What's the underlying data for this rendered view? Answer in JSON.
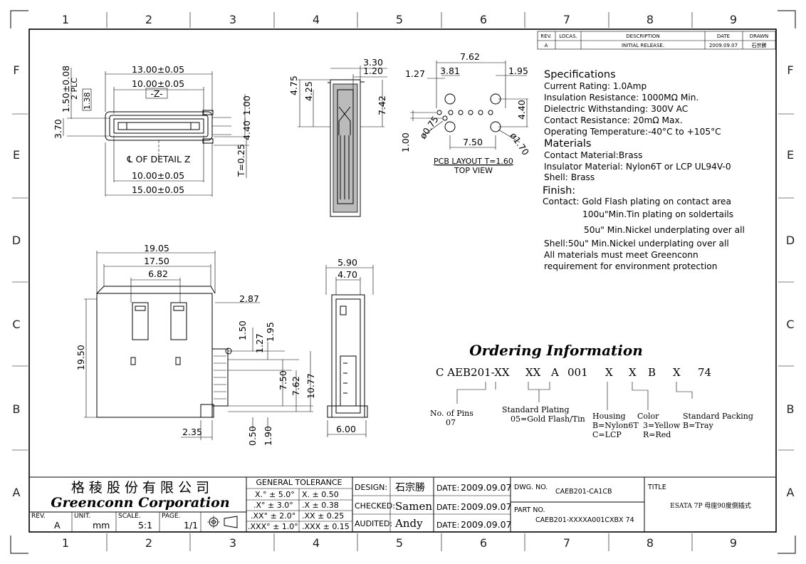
{
  "border": {
    "zones_h": [
      "1",
      "2",
      "3",
      "4",
      "5",
      "6",
      "7",
      "8",
      "9"
    ],
    "zones_v": [
      "F",
      "E",
      "D",
      "C",
      "B",
      "A"
    ]
  },
  "revision_table": {
    "headers": [
      "REV.",
      "LOCAS.",
      "DESCRIPTION",
      "DATE",
      "DRAWN"
    ],
    "row": [
      "A",
      "",
      "INITIAL RELEASE.",
      "2009.09.07",
      "石宗勝"
    ]
  },
  "specifications": {
    "title": "Specifications",
    "lines": [
      "Current Rating: 1.0Amp",
      "Insulation Resistance: 1000MΩ Min.",
      "Dielectric Withstanding: 300V AC",
      "Contact Resistance: 20mΩ Max.",
      "Operating Temperature:-40°C to +105°C"
    ],
    "materials_title": "Materials",
    "materials": [
      "Contact Material:Brass",
      "Insulator Material: Nylon6T or LCP UL94V-0",
      "Shell: Brass"
    ],
    "finish_title": "Finish:",
    "finish": [
      "Contact: Gold Flash plating on contact area",
      "100u\"Min.Tin plating on soldertails",
      "50u\" Min.Nickel underplating over all",
      "Shell:50u\" Min.Nickel underplating over all",
      "All materials must meet Greenconn",
      "requirement for environment protection"
    ]
  },
  "ordering": {
    "title": "Ordering Information",
    "code_parts": [
      "C AEB201-XX",
      "XX",
      "A",
      "001",
      "X",
      "X",
      "B",
      "X",
      "74"
    ],
    "labels": {
      "pins_title": "No. of Pins",
      "pins_value": "07",
      "plating_title": "Standard Plating",
      "plating_value": "05=Gold Flash/Tin",
      "housing_title": "Housing",
      "housing_b": "B=Nylon6T",
      "housing_c": "C=LCP",
      "color_title": "Color",
      "color_3": "3=Yellow",
      "color_r": "R=Red",
      "packing_title": "Standard Packing",
      "packing_b": "B=Tray"
    }
  },
  "top_view": {
    "dims": [
      "13.00±0.05",
      "10.00±0.05",
      "-Z-",
      "1.50±0.08",
      "2 PLC",
      "1.38",
      "3.70",
      "1.00",
      "4.40",
      "T=0.25",
      "℄ OF DETAIL Z",
      "10.00±0.05",
      "15.00±0.05"
    ]
  },
  "side_view": {
    "dims": [
      "3.30",
      "1.20",
      "4.75",
      "4.25",
      "7.42"
    ]
  },
  "pcb_layout": {
    "dims": [
      "7.62",
      "1.27",
      "3.81",
      "1.95",
      "4.40",
      "1.00",
      "ø0.75",
      "7.50",
      "ø1.70"
    ],
    "caption1": "PCB LAYOUT T=1.60",
    "caption2": "TOP VIEW"
  },
  "front_view": {
    "dims": [
      "19.05",
      "17.50",
      "6.82",
      "2.87",
      "19.50",
      "1.50",
      "1.95",
      "1.27",
      "7.50",
      "7.62",
      "10.77",
      "2.35",
      "0.50",
      "1.90"
    ]
  },
  "end_view": {
    "dims": [
      "5.90",
      "4.70",
      "6.00"
    ]
  },
  "title_block": {
    "company_cn": "格 稜 股 份 有 限 公 司",
    "company_en": "Greenconn Corporation",
    "tolerance_title": "GENERAL TOLERANCE",
    "tolerances": [
      [
        "X.° ± 5.0°",
        "X.  ± 0.50"
      ],
      [
        ".X° ± 3.0°",
        ".X  ± 0.38"
      ],
      [
        ".XX° ± 2.0°",
        ".XX  ± 0.25"
      ],
      [
        ".XXX° ± 1.0°",
        ".XXX  ± 0.15"
      ]
    ],
    "design_label": "DESIGN:",
    "design_value": "石宗勝",
    "checked_label": "CHECKED:",
    "checked_value": "Samen",
    "audited_label": "AUDITED:",
    "audited_value": "Andy",
    "date_label": "DATE:",
    "date_value": "2009.09.07",
    "dwg_label": "DWG. NO.",
    "dwg_value": "CAEB201-CA1CB",
    "part_label": "PART NO.",
    "part_value": "CAEB201-XXXXA001CXBX 74",
    "title_label": "TITLE",
    "title_value": "ESATA 7P 母座90度側插式",
    "rev_label": "REV.",
    "rev_value": "A",
    "unit_label": "UNIT.",
    "unit_value": "mm",
    "scale_label": "SCALE.",
    "scale_value": "5:1",
    "page_label": "PAGE.",
    "page_value": "1/1"
  }
}
